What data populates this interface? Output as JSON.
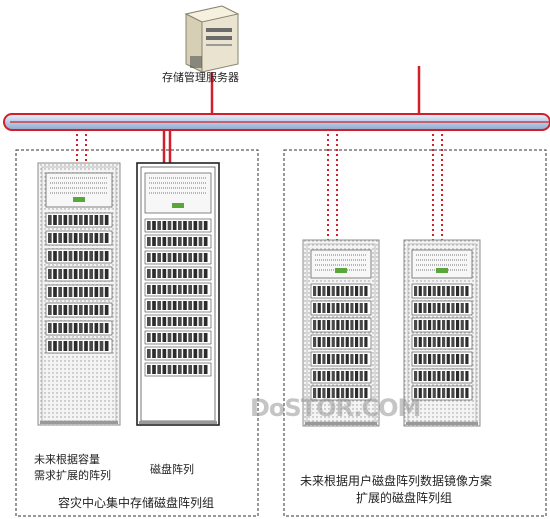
{
  "labels": {
    "server": "存储管理服务器",
    "future_capacity_line1": "未来根据容量",
    "future_capacity_line2": "需求扩展的阵列",
    "disk_array": "磁盘阵列",
    "dr_group": "容灾中心集中存储磁盘阵列组",
    "future_mirror_line1": "未来根据用户磁盘阵列数据镜像方案",
    "future_mirror_line2": "扩展的磁盘阵列组"
  },
  "watermark": "DoSTOR.COM",
  "colors": {
    "network_red": "#d21f2a",
    "bus_fill": "#b9cde6",
    "rack_gray": "#8c8c8c",
    "led_green": "#5aa63a"
  },
  "icons": {
    "server": "server-tower-icon",
    "rack": "disk-array-rack-icon"
  }
}
